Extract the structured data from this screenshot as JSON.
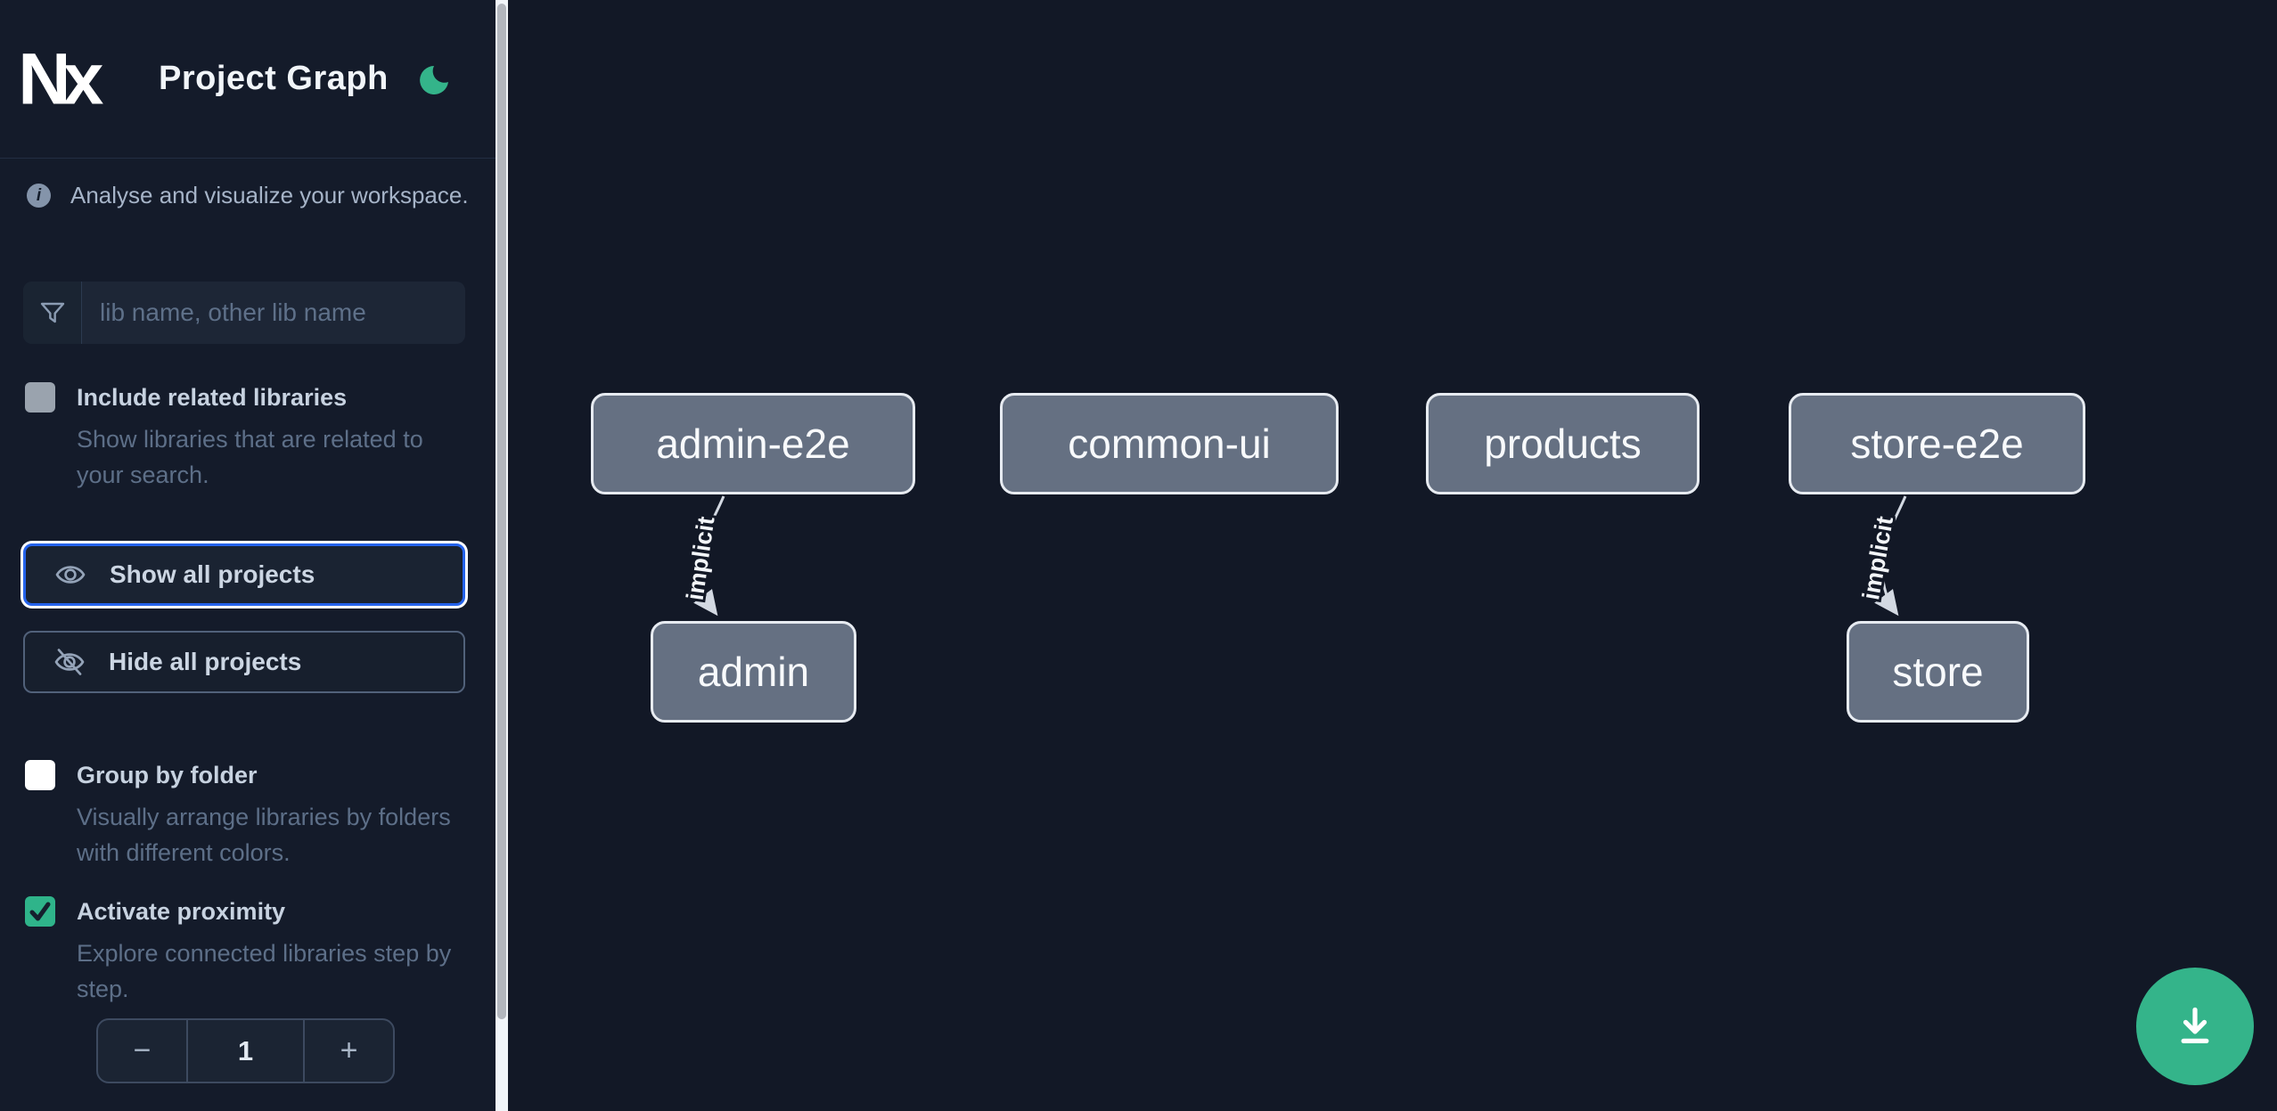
{
  "app": {
    "logo_text": "Nx",
    "title": "Project Graph"
  },
  "sidebar": {
    "tagline": "Analyse and visualize your workspace.",
    "filter_placeholder": "lib name, other lib name",
    "checkboxes": [
      {
        "label": "Include related libraries",
        "description": "Show libraries that are related to your search.",
        "checked": false,
        "state": "disabled-gray"
      },
      {
        "label": "Group by folder",
        "description": "Visually arrange libraries by folders with different colors.",
        "checked": false,
        "state": "unchecked-white"
      },
      {
        "label": "Activate proximity",
        "description": "Explore connected libraries step by step.",
        "checked": true,
        "state": "checked-green"
      }
    ],
    "actions": [
      {
        "label": "Show all projects",
        "focused": true
      },
      {
        "label": "Hide all projects",
        "focused": false
      }
    ],
    "stepper": {
      "decrement": "−",
      "value": "1",
      "increment": "+"
    }
  },
  "graph": {
    "nodes": [
      {
        "label": "admin-e2e"
      },
      {
        "label": "common-ui"
      },
      {
        "label": "products"
      },
      {
        "label": "store-e2e"
      },
      {
        "label": "admin"
      },
      {
        "label": "store"
      }
    ],
    "edges": [
      {
        "source": "admin-e2e",
        "target": "admin",
        "label": "implicit",
        "type": "implicit"
      },
      {
        "source": "store-e2e",
        "target": "store",
        "label": "implicit",
        "type": "implicit"
      }
    ]
  },
  "colors": {
    "accent_green": "#34b48a",
    "focus_blue": "#2563eb",
    "sidebar_bg": "#141b2a",
    "canvas_bg": "#121826",
    "node_fill": "#657082",
    "node_border": "#e7ebf1"
  }
}
